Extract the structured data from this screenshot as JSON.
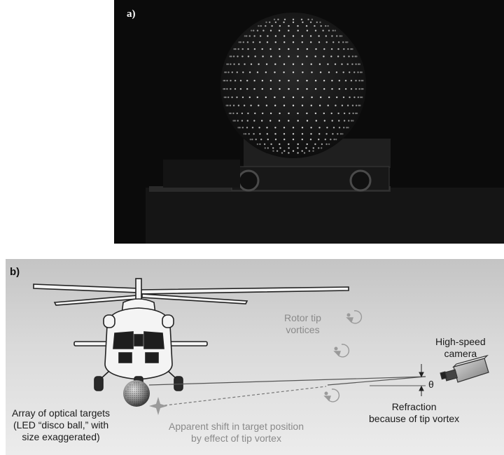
{
  "panel_a": {
    "label": "a)"
  },
  "panel_b": {
    "label": "b)",
    "annotations": {
      "rotor_tip_vortices": [
        "Rotor tip",
        "vortices"
      ],
      "high_speed_camera": [
        "High-speed",
        "camera"
      ],
      "theta": "θ",
      "refraction": [
        "Refraction",
        "because of tip vortex"
      ],
      "optical_targets": [
        "Array of optical targets",
        "(LED “disco ball,” with",
        "size exaggerated)"
      ],
      "apparent_shift": [
        "Apparent shift in target position",
        "by effect of tip vortex"
      ]
    }
  },
  "colors": {
    "photo_background": "#0b0b0b",
    "led_dots": "#e8e8e8",
    "diagram_gradient_top": "#c4c4c4",
    "diagram_gradient_bottom": "#ececec",
    "light_text": "#8a8a8a",
    "dark_text": "#1a1a1a"
  },
  "icons": [
    "helicopter-illustration",
    "disco-ball-icon",
    "camera-icon",
    "vortex-icon"
  ]
}
